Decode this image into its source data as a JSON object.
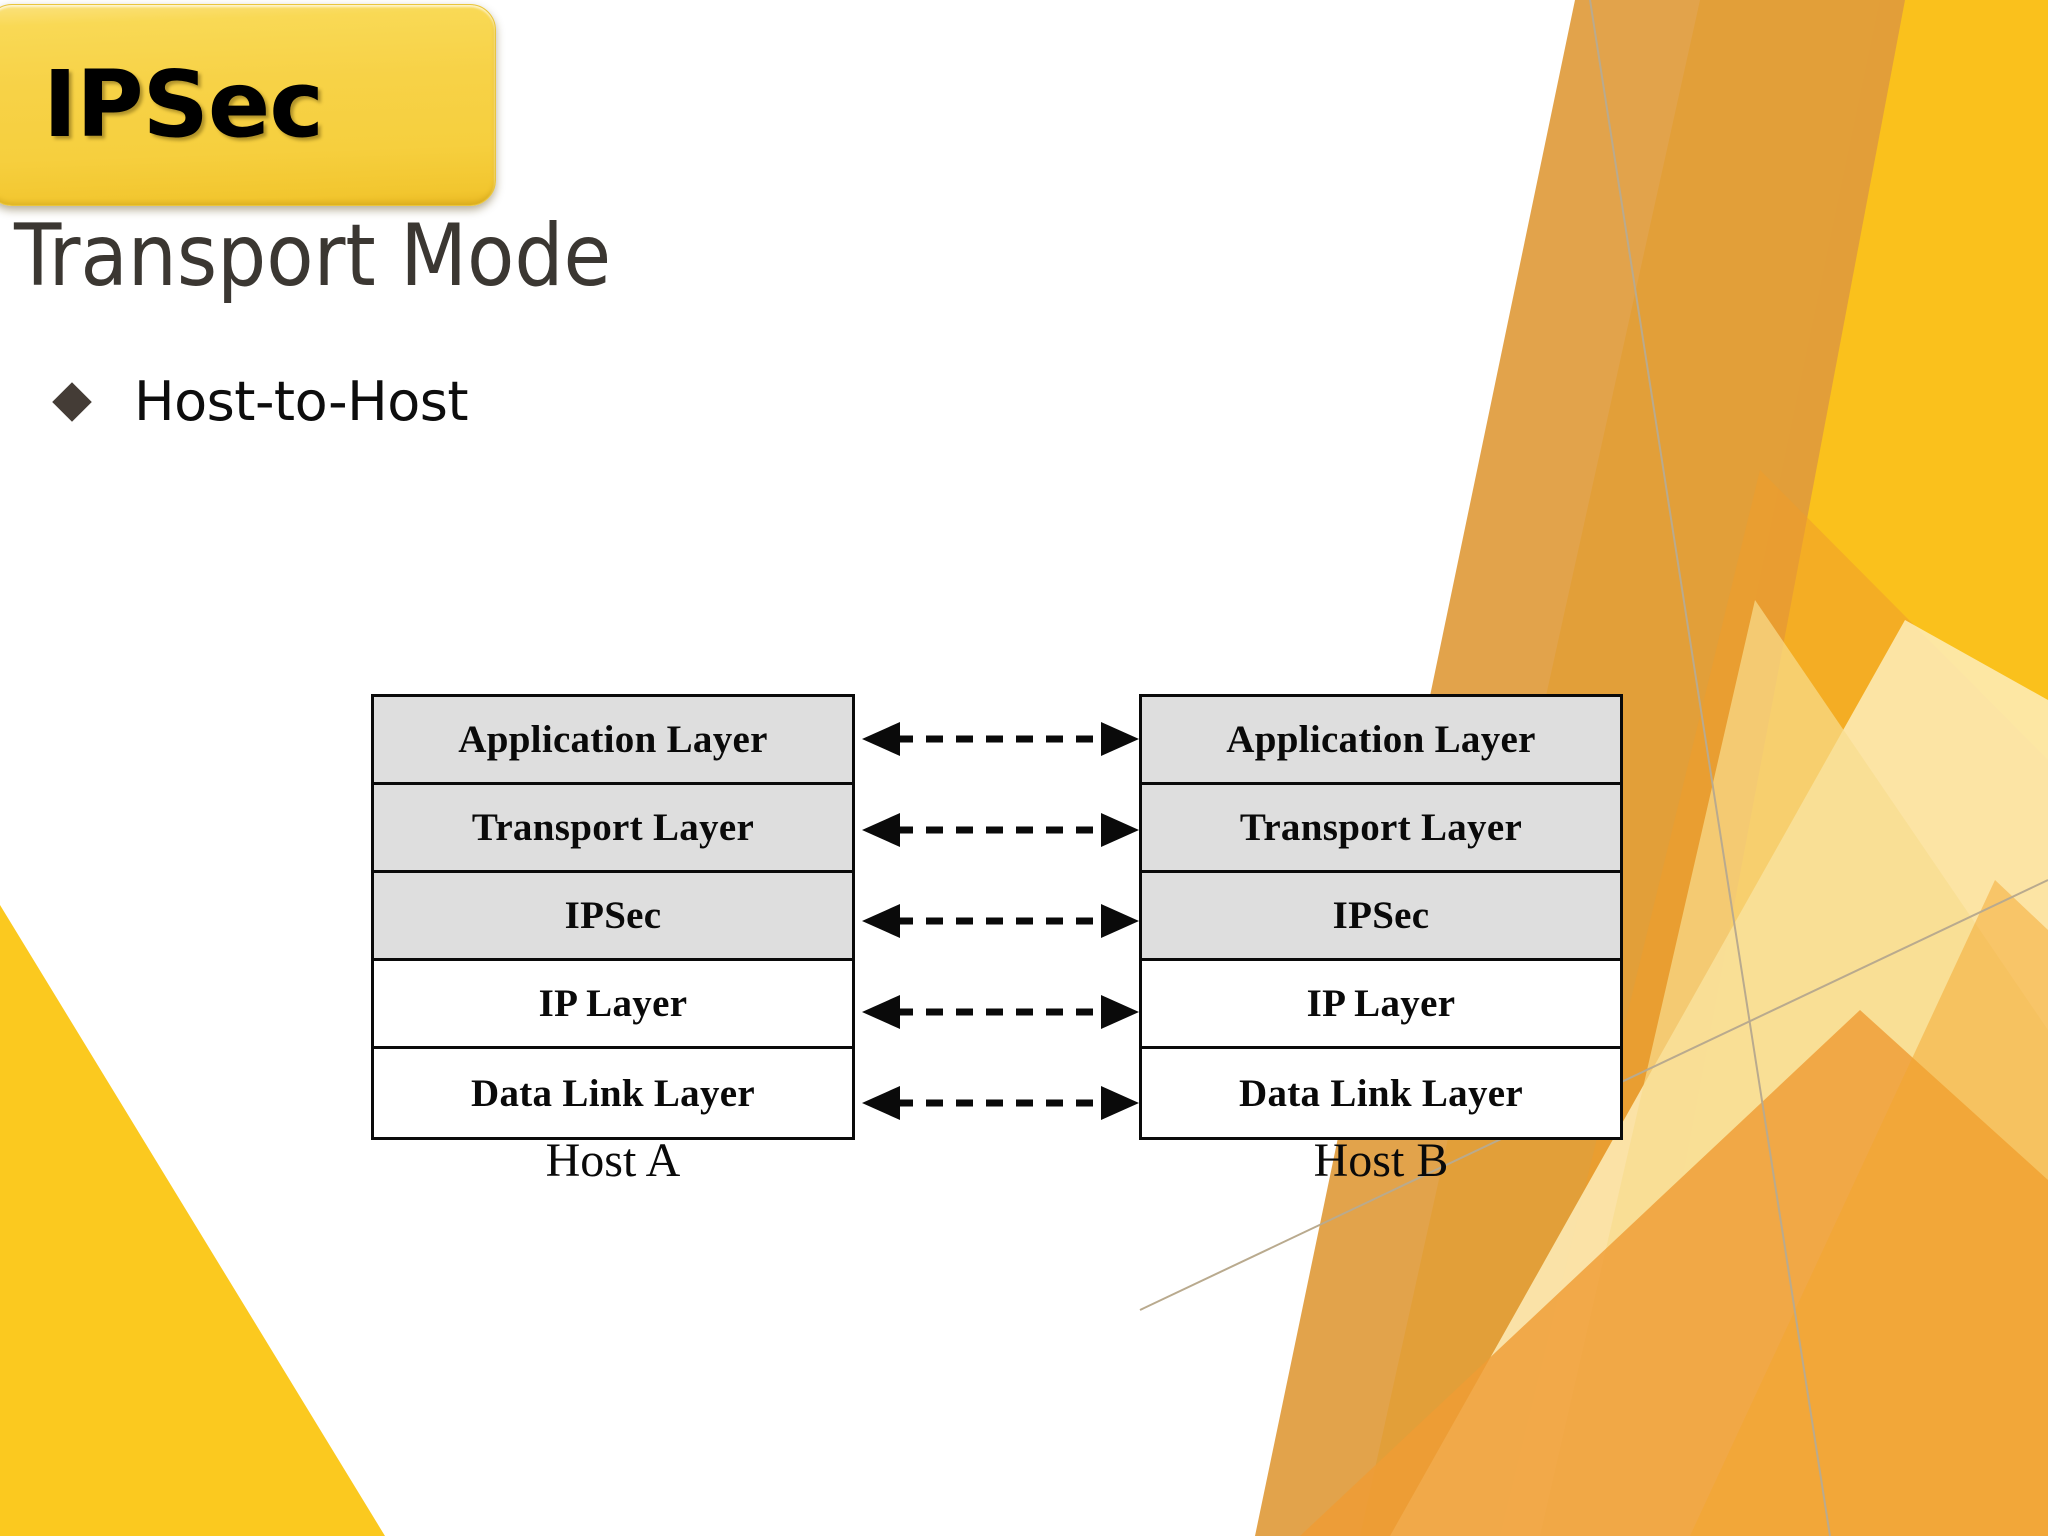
{
  "slide": {
    "badge_label": "IPSec",
    "title": "Transport Mode",
    "bullets": [
      {
        "marker": "diamond-bullet",
        "text": "Host-to-Host"
      }
    ]
  },
  "diagram": {
    "name": "ipsec-transport-mode-host-to-host",
    "hosts": [
      {
        "id": "host-a",
        "label": "Host A",
        "layers": [
          {
            "label": "Application Layer",
            "shaded": true
          },
          {
            "label": "Transport Layer",
            "shaded": true
          },
          {
            "label": "IPSec",
            "shaded": true
          },
          {
            "label": "IP Layer",
            "shaded": false
          },
          {
            "label": "Data Link Layer",
            "shaded": false
          }
        ]
      },
      {
        "id": "host-b",
        "label": "Host B",
        "layers": [
          {
            "label": "Application Layer",
            "shaded": true
          },
          {
            "label": "Transport Layer",
            "shaded": true
          },
          {
            "label": "IPSec",
            "shaded": true
          },
          {
            "label": "IP Layer",
            "shaded": false
          },
          {
            "label": "Data Link Layer",
            "shaded": false
          }
        ]
      }
    ],
    "connectors": [
      {
        "between": "Application Layer",
        "style": "dashed-double-arrow"
      },
      {
        "between": "Transport Layer",
        "style": "dashed-double-arrow"
      },
      {
        "between": "IPSec",
        "style": "dashed-double-arrow"
      },
      {
        "between": "IP Layer",
        "style": "dashed-double-arrow"
      },
      {
        "between": "Data Link Layer",
        "style": "dashed-double-arrow"
      }
    ]
  },
  "colors": {
    "badge_yellow": "#f7d247",
    "title_gray": "#3b3732",
    "bullet_gray": "#443c36",
    "cell_shaded": "#dedede",
    "cell_plain": "#ffffff",
    "border_black": "#0a0a0a",
    "decor_yellow": "#fbc91f",
    "decor_gold": "#f6b93b",
    "decor_orange": "#e09b3c",
    "decor_pale": "#fdecb6"
  }
}
